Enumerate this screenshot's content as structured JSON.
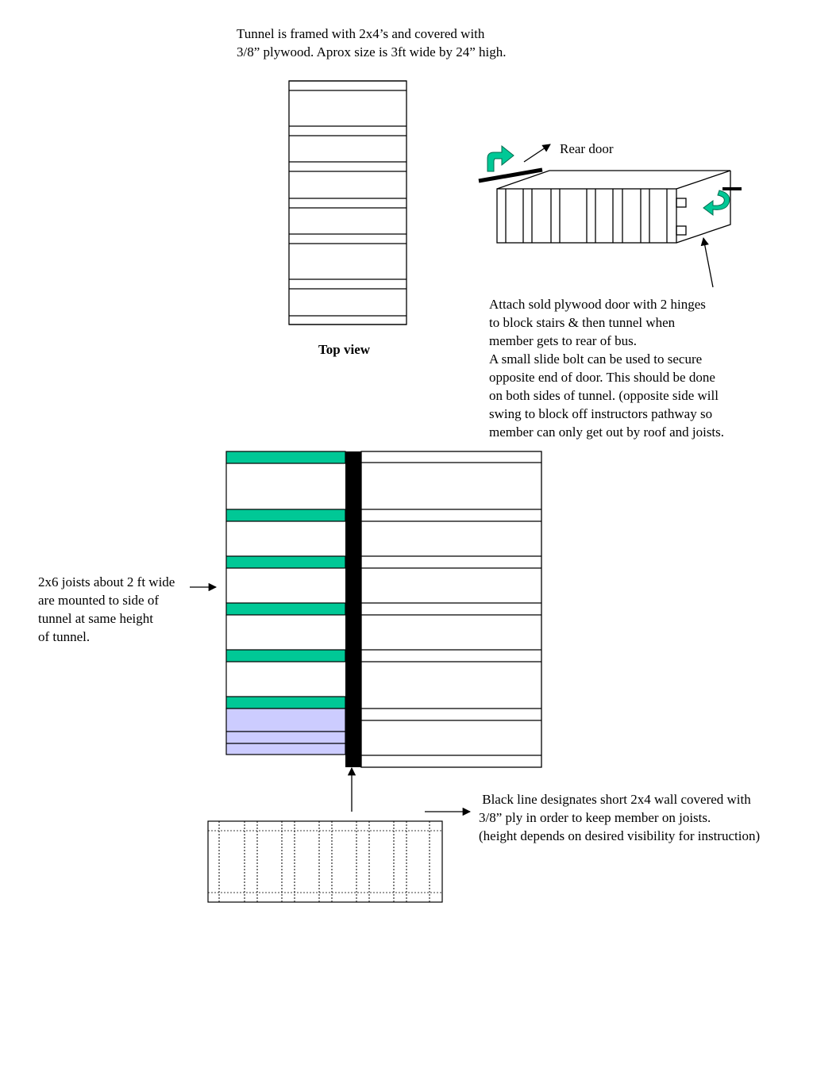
{
  "intro_lines": [
    "Tunnel is framed with 2x4’s and covered with",
    "3/8” plywood.  Aprox  size is 3ft wide by 24” high."
  ],
  "top_view_label": "Top view",
  "rear_door_label": "Rear door",
  "door_note_lines": [
    "Attach sold plywood door with 2 hinges",
    "to block stairs & then tunnel when",
    "member gets to rear of bus.",
    "A small slide bolt can be used to secure",
    "opposite end of door. This should be done",
    "on both sides of tunnel. (opposite side will",
    "swing to block off instructors pathway so",
    "member can only get out by roof and joists."
  ],
  "joist_note_lines": [
    "2x6 joists about 2 ft wide",
    "are mounted to side of",
    "tunnel at same height",
    "of tunnel."
  ],
  "wall_note_lines": [
    " Black line designates short 2x4 wall covered with",
    "3/8” ply in order to keep member on joists.",
    "(height depends on desired visibility for instruction)"
  ],
  "colors": {
    "joist": "#00c896",
    "highlight": "#ccccff",
    "wall": "#000000",
    "arrow": "#00a884"
  }
}
